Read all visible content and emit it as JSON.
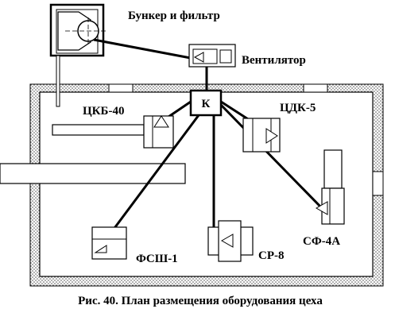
{
  "labels": {
    "bunker": "Бункер и фильтр",
    "fan": "Вентилятор",
    "tskb": "ЦКБ-40",
    "tsdk": "ЦДК-5",
    "k": "К",
    "fssh": "ФСШ-1",
    "sr": "СР-8",
    "sf": "СФ-4А"
  },
  "caption": "Рис. 40. План размещения оборудования цеха",
  "colors": {
    "line": "#000000",
    "wall_dots": "#555555",
    "background": "#ffffff"
  }
}
